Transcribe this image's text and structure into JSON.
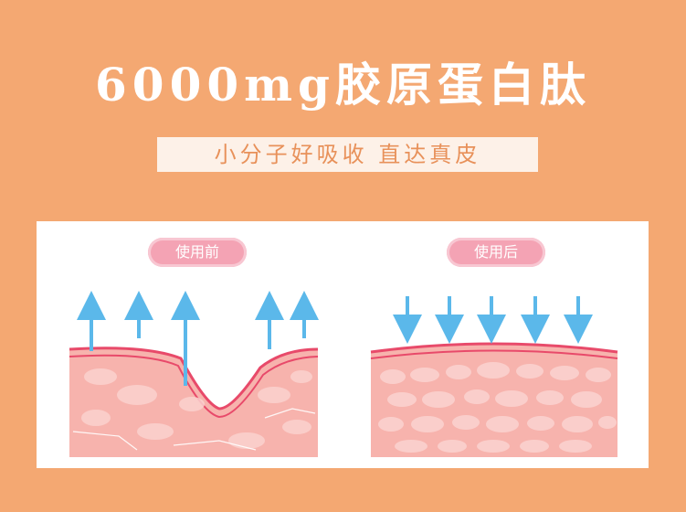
{
  "title": "6000mg胶原蛋白肽",
  "subtitle": "小分子好吸收 直达真皮",
  "before_label": "使用前",
  "after_label": "使用后",
  "colors": {
    "background": "#f4a872",
    "badge": "#f4a3b4",
    "arrow": "#5bb8ea",
    "skin_base": "#f7b3ad",
    "skin_edge": "#e84a6a",
    "cell": "#fbd2cf"
  }
}
